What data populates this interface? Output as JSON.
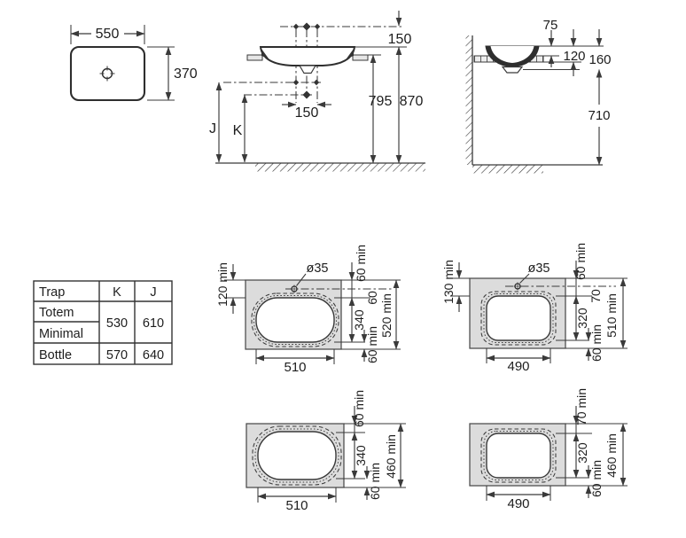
{
  "plan_view": {
    "width": "550",
    "height": "370"
  },
  "front_view": {
    "hole_offset_top": "150",
    "hole_spacing": "150",
    "counter_height": "795",
    "rim_height": "870",
    "j_label": "J",
    "k_label": "K"
  },
  "side_view": {
    "rim_above_counter": "75",
    "rim_to_counter_bottom": "120",
    "rim_to_underside": "160",
    "clearance_height": "710"
  },
  "trap_table": {
    "col_trap": "Trap",
    "col_k": "K",
    "col_j": "J",
    "row_totem": "Totem",
    "row_minimal": "Minimal",
    "row_bottle": "Bottle",
    "totem_minimal_k": "530",
    "totem_minimal_j": "610",
    "bottle_k": "570",
    "bottle_j": "640"
  },
  "cutout_oval_tap": {
    "left": "120 min",
    "hole": "ø35",
    "top": "60 min",
    "center_to_cut": "60",
    "cut_height": "340",
    "bottom": "60 min",
    "total": "520 min",
    "width": "510"
  },
  "cutout_rect_tap": {
    "left": "130 min",
    "hole": "ø35",
    "top": "60 min",
    "center_to_cut": "70",
    "cut_height": "320",
    "bottom": "60 min",
    "total": "510 min",
    "width": "490"
  },
  "cutout_oval_plain": {
    "top": "60 min",
    "cut_height": "340",
    "bottom": "60 min",
    "total": "460 min",
    "width": "510"
  },
  "cutout_rect_plain": {
    "top": "70 min",
    "cut_height": "320",
    "bottom": "60 min",
    "total": "460 min",
    "width": "490"
  },
  "symbols": {
    "drain": "drain-crosshair",
    "tap_hole": "tap-hole-crosshair",
    "fixing_point": "fixing-point-diamond"
  },
  "colors": {
    "line": "#3a3a3a",
    "counter_fill": "#dcdcdc",
    "background": "#ffffff"
  }
}
